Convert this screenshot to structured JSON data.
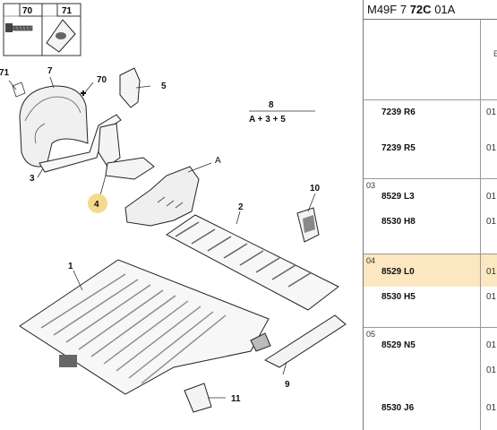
{
  "diagram": {
    "callouts": {
      "c1": "1",
      "c2": "2",
      "c3": "3",
      "c4": "4",
      "c5": "5",
      "c7": "7",
      "c8": "8",
      "c9": "9",
      "c10": "10",
      "c11": "11",
      "c70": "70",
      "c71": "71",
      "cA": "A"
    },
    "inset_labels": {
      "left": "70",
      "right": "71"
    },
    "formula": "A + 3 + 5",
    "highlight_color": "#f5d98e"
  },
  "parts_table": {
    "header_prefix": "M49F 7",
    "header_bold": "72C",
    "header_suffix": "01A",
    "subheader_fragment": "E",
    "groups": [
      {
        "group": "",
        "rows": [
          {
            "ref": "7239 R6",
            "qty": "01"
          },
          {
            "ref": "7239 R5",
            "qty": "01"
          }
        ]
      },
      {
        "group": "03",
        "rows": [
          {
            "ref": "8529 L3",
            "qty": "01"
          },
          {
            "ref": "8530 H8",
            "qty": "01"
          }
        ]
      },
      {
        "group": "04",
        "highlight": true,
        "rows": [
          {
            "ref": "8529 L0",
            "qty": "01"
          },
          {
            "ref": "8530 H5",
            "qty": "01"
          }
        ]
      },
      {
        "group": "05",
        "rows": [
          {
            "ref": "8529 N5",
            "qty": "01"
          },
          {
            "ref": "",
            "qty": "01"
          },
          {
            "ref": "8530 J6",
            "qty": "01"
          }
        ]
      }
    ],
    "highlight_color": "#fbe7c0"
  }
}
